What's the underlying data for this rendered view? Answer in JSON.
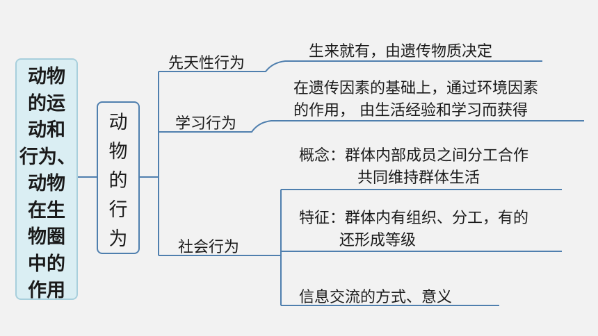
{
  "root": {
    "lines": [
      "动物",
      "的运",
      "动和",
      "行为、",
      "动物",
      "在生",
      "物圈",
      "中的",
      "作用"
    ]
  },
  "middle": {
    "chars": [
      "动",
      "物",
      "的",
      "行",
      "为"
    ]
  },
  "branches": {
    "innate": {
      "label": "先天性行为",
      "desc": "生来就有，由遗传物质决定"
    },
    "learned": {
      "label": "学习行为",
      "desc_lines": [
        "在遗传因素的基础上，通过环境因素",
        "的作用， 由生活经验和学习而获得"
      ]
    },
    "social": {
      "label": "社会行为",
      "concept": {
        "lines": [
          "概念：群体内部成员之间分工合作",
          "共同维持群体生活"
        ]
      },
      "feature": {
        "lines": [
          "特征：群体内有组织、分工，有的",
          "还形成等级"
        ]
      },
      "communication": {
        "text": "信息交流的方式、意义"
      }
    }
  },
  "colors": {
    "line": "#4f7fae",
    "root_fill": "#daeef3",
    "background": "#f2f2f2"
  }
}
